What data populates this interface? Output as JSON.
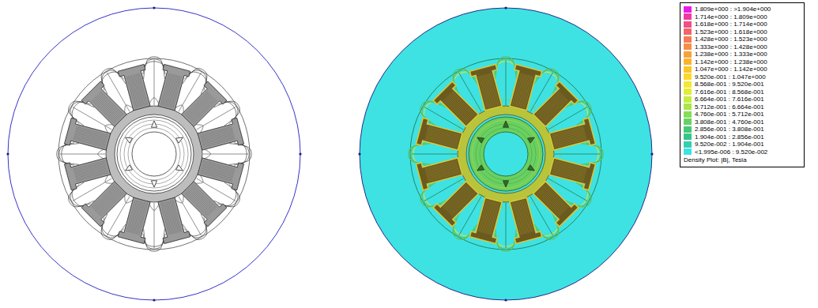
{
  "diagram": {
    "labels": [
      "Density Plot: |B|, Tesla"
    ],
    "legend": [
      {
        "text": "1.809e+000 : >1.904e+000",
        "color": "#e81ce8"
      },
      {
        "text": "1.714e+000 : 1.809e+000",
        "color": "#f03aa0"
      },
      {
        "text": "1.618e+000 : 1.714e+000",
        "color": "#f24f84"
      },
      {
        "text": "1.523e+000 : 1.618e+000",
        "color": "#f2646c"
      },
      {
        "text": "1.428e+000 : 1.523e+000",
        "color": "#f47a58"
      },
      {
        "text": "1.333e+000 : 1.428e+000",
        "color": "#f68e48"
      },
      {
        "text": "1.238e+000 : 1.333e+000",
        "color": "#f7a23a"
      },
      {
        "text": "1.142e+000 : 1.238e+000",
        "color": "#f9b42e"
      },
      {
        "text": "1.047e+000 : 1.142e+000",
        "color": "#fbc62a"
      },
      {
        "text": "9.520e-001 : 1.047e+000",
        "color": "#fcd82a"
      },
      {
        "text": "8.568e-001 : 9.520e-001",
        "color": "#f6e82e"
      },
      {
        "text": "7.616e-001 : 8.568e-001",
        "color": "#e2ee36"
      },
      {
        "text": "6.664e-001 : 7.616e-001",
        "color": "#c8ec40"
      },
      {
        "text": "5.712e-001 : 6.664e-001",
        "color": "#a8e64a"
      },
      {
        "text": "4.760e-001 : 5.712e-001",
        "color": "#88dc56"
      },
      {
        "text": "3.808e-001 : 4.760e-001",
        "color": "#66d264"
      },
      {
        "text": "2.856e-001 : 3.808e-001",
        "color": "#48c874"
      },
      {
        "text": "1.904e-001 : 2.856e-001",
        "color": "#36c68c"
      },
      {
        "text": "9.520e-002 : 1.904e-001",
        "color": "#34d0b0"
      },
      {
        "text": "<1.995e-006 : 9.520e-002",
        "color": "#3ee2e2"
      }
    ]
  }
}
